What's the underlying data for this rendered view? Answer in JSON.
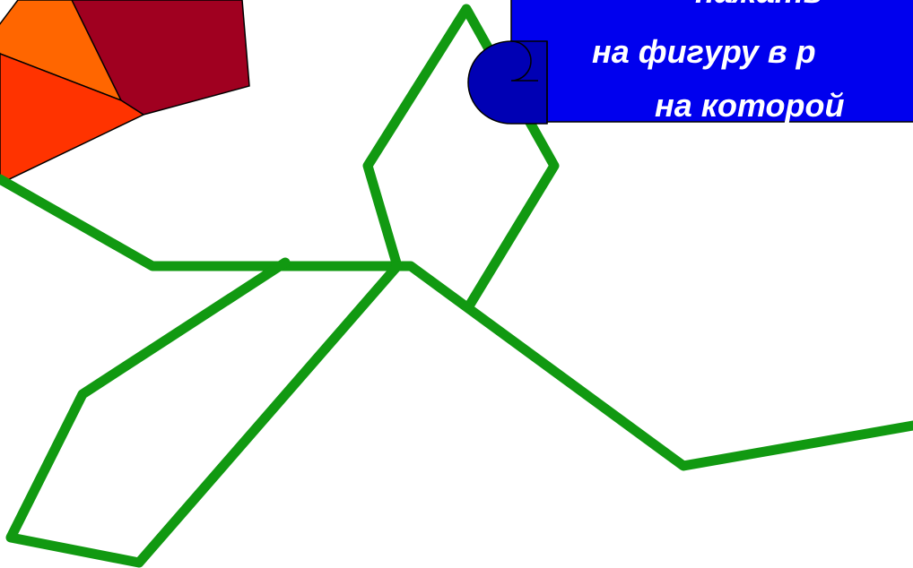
{
  "scroll_banner": {
    "line1": "нажать",
    "line2": "на фигуру в р",
    "line3": "на которой",
    "fill_color": "#0000ee",
    "roll_color": "#0000b4"
  },
  "flower": {
    "petal_colors": [
      "#ff6600",
      "#a00020",
      "#ff3300"
    ]
  },
  "figure": {
    "line_color": "#119911"
  }
}
